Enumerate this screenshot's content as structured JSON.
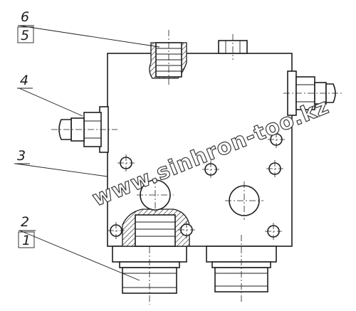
{
  "callouts": [
    {
      "id": "6",
      "text": "6"
    },
    {
      "id": "5",
      "text": "5"
    },
    {
      "id": "4",
      "text": "4"
    },
    {
      "id": "3",
      "text": "3"
    },
    {
      "id": "2",
      "text": "2"
    },
    {
      "id": "1",
      "text": "1"
    }
  ],
  "watermark": "www.sinhron-too.kz"
}
